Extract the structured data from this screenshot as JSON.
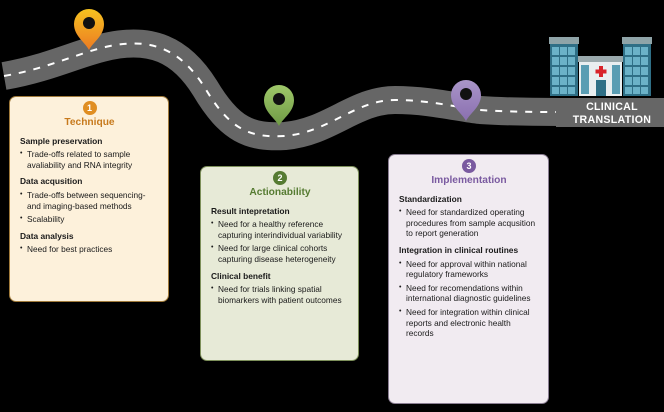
{
  "colors": {
    "background": "#000000",
    "road": "#666666",
    "road_dash": "#ffffff",
    "technique_accent": "#e08e22",
    "actionability_accent": "#567b32",
    "implementation_accent": "#7a5aa0",
    "pin_1": "#f2a41d",
    "pin_2": "#8db55e",
    "pin_3": "#9e86bd"
  },
  "destination": {
    "icon": "hospital-icon",
    "label_line1": "CLINICAL",
    "label_line2": "TRANSLATION"
  },
  "milestones": [
    {
      "number": "1",
      "title": "Technique",
      "pin_icon": "map-pin-icon",
      "sections": [
        {
          "heading": "Sample preservation",
          "items": [
            "Trade-offs related to sample avaliability and RNA integrity"
          ]
        },
        {
          "heading": "Data acqusition",
          "items": [
            "Trade-offs between sequencing- and imaging-based methods",
            "Scalability"
          ]
        },
        {
          "heading": "Data analysis",
          "items": [
            "Need for best practices"
          ]
        }
      ]
    },
    {
      "number": "2",
      "title": "Actionability",
      "pin_icon": "map-pin-icon",
      "sections": [
        {
          "heading": "Result intepretation",
          "items": [
            "Need for a healthy reference capturing interindividual variability",
            "Need for large clinical cohorts capturing disease heterogeneity"
          ]
        },
        {
          "heading": "Clinical benefit",
          "items": [
            "Need for trials linking spatial biomarkers with patient outcomes"
          ]
        }
      ]
    },
    {
      "number": "3",
      "title": "Implementation",
      "pin_icon": "map-pin-icon",
      "sections": [
        {
          "heading": "Standardization",
          "items": [
            "Need for standardized operating procedures from sample acqusition to report generation"
          ]
        },
        {
          "heading": "Integration in clinical routines",
          "items": [
            "Need for approval within national regulatory frameworks",
            "Need for recomendations within international diagnostic guidelines",
            "Need for integration within clinical reports and electronic health records"
          ]
        }
      ]
    }
  ]
}
